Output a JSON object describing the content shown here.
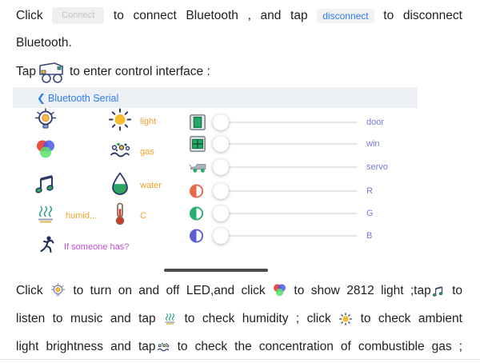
{
  "intro": {
    "l1a": "Click",
    "connect_button": "Connect",
    "l1b": "to connect Bluetooth , and tap",
    "disconnect_button": "disconnect",
    "l1c": "to disconnect",
    "l2": "Bluetooth.",
    "l3a": "Tap",
    "l3b": "to enter control interface :"
  },
  "app": {
    "header": {
      "back_icon": "❮",
      "title": "Bluetooth Serial"
    },
    "grid": [
      {
        "icon": "led-bulb-icon",
        "label": ""
      },
      {
        "icon": "sun-icon",
        "label": "light"
      },
      {
        "icon": "rgb-color-icon",
        "label": ""
      },
      {
        "icon": "gas-icon",
        "label": "gas"
      },
      {
        "icon": "music-note-icon",
        "label": ""
      },
      {
        "icon": "water-drop-icon",
        "label": "water"
      },
      {
        "icon": "humidity-icon",
        "label": "humid..."
      },
      {
        "icon": "thermometer-icon",
        "label": "C"
      },
      {
        "icon": "running-person-icon",
        "label": "If someone has?"
      }
    ],
    "sliders": [
      {
        "icon": "door-icon",
        "label": "door"
      },
      {
        "icon": "window-icon",
        "label": "win"
      },
      {
        "icon": "servo-car-icon",
        "label": "servo"
      },
      {
        "icon": "red-channel-icon",
        "label": "R"
      },
      {
        "icon": "green-channel-icon",
        "label": "G"
      },
      {
        "icon": "blue-channel-icon",
        "label": "B"
      }
    ]
  },
  "outro": {
    "l1a": "Click",
    "l1b": "to turn on and off LED,and click",
    "l1c": "to show 2812 light ;tap",
    "l1d": "to",
    "l2a": "listen to music and tap",
    "l2b": "to check humidity ; click",
    "l2c": "to check ambient",
    "l3a": "light brightness and tap",
    "l3b": "to check the concentration of combustible gas ;"
  },
  "colors": {
    "accent-blue": "#2e7cf0",
    "label-orange": "#f5a02c",
    "label-purple": "#c44fd4",
    "slider-label": "#7479d8",
    "icon-navy": "#2b3a67",
    "green": "#27ae71",
    "red-channel": "#e8684a",
    "blue-channel": "#5a60d0",
    "text": "#1f1f1f",
    "connect-text": "#c2c2c2",
    "chip-bg": "#efefef",
    "header-bg": "#edf0f5",
    "home-bar": "#4b4b4b"
  }
}
